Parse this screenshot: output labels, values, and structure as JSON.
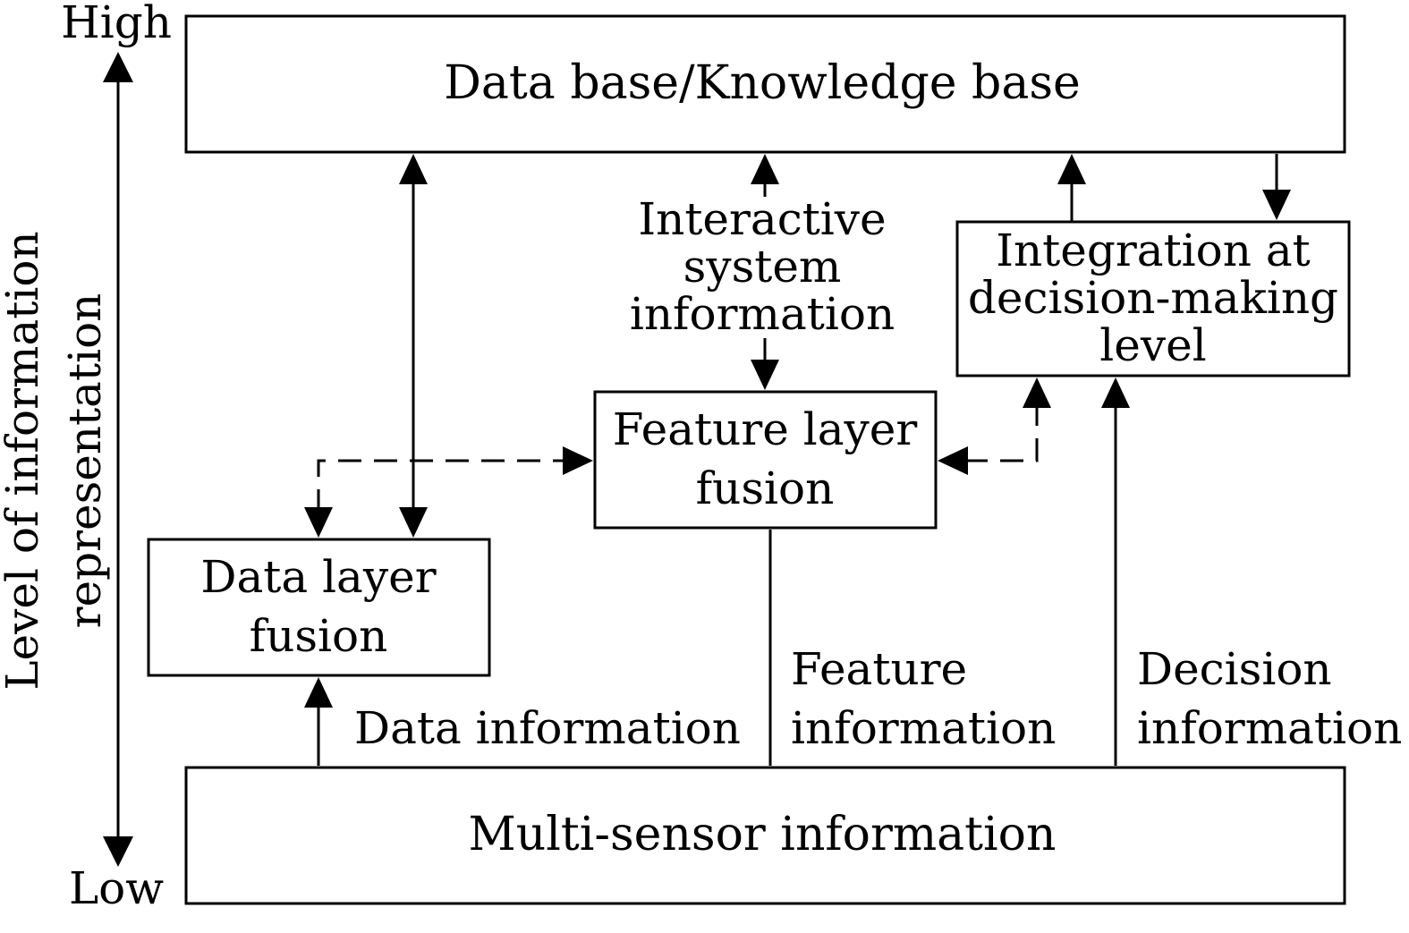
{
  "axis": {
    "high_label": "High",
    "low_label": "Low",
    "title_line1": "Level of information",
    "title_line2": "representation"
  },
  "boxes": {
    "database": "Data base/Knowledge base",
    "sensor": "Multi-sensor information",
    "data_fusion": [
      "Data layer",
      "fusion"
    ],
    "feature_fusion": [
      "Feature layer",
      "fusion"
    ],
    "decision_integration": [
      "Integration at",
      "decision-making",
      "level"
    ]
  },
  "labels": {
    "interactive": [
      "Interactive",
      "system",
      "information"
    ],
    "data_info": "Data information",
    "feature_info": [
      "Feature",
      "information"
    ],
    "decision_info": [
      "Decision",
      "information"
    ]
  }
}
